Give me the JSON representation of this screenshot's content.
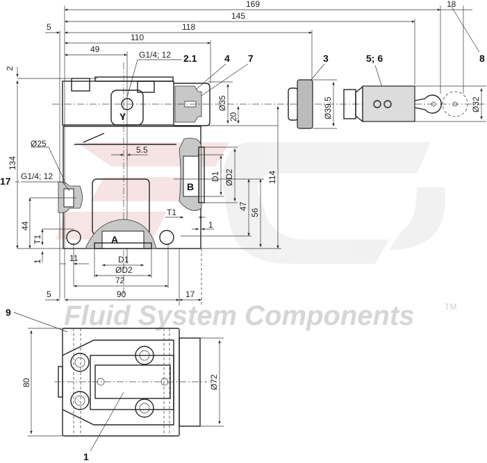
{
  "watermark": {
    "brand": "FSC",
    "text": "Fluid System Components",
    "trademark": "TM",
    "color": "#e8b4b4"
  },
  "top_dimensions": {
    "d169": "169",
    "d18": "18",
    "d145": "145",
    "d118": "118",
    "d110": "110",
    "d49": "49",
    "d5": "5",
    "port_y": "G1/4; 12"
  },
  "left_dimensions": {
    "d2": "2",
    "d134": "134",
    "d25": "Ø25",
    "port_17": "G1/4; 12",
    "d44": "44",
    "t1": "T1",
    "d1": "1"
  },
  "right_dimensions": {
    "d35": "Ø35",
    "d20": "20",
    "d39_5": "Ø39.5",
    "d32": "Ø32",
    "d1": "D1",
    "dD2": "ØD2",
    "d114": "114",
    "d47": "47",
    "d56": "56",
    "t1": "T1",
    "one": "1"
  },
  "body_dimensions": {
    "d5_5": "5.5",
    "d11": "11",
    "d1": "D1",
    "dD2": "ØD2",
    "d72": "72",
    "d5": "5",
    "d90": "90",
    "d17": "17"
  },
  "ports": {
    "y": "Y",
    "a": "A",
    "b": "B"
  },
  "callouts": {
    "c2_1": "2.1",
    "c4": "4",
    "c7": "7",
    "c3": "3",
    "c5_6": "5; 6",
    "c8": "8",
    "c17": "17",
    "c9": "9",
    "c1": "1"
  },
  "bottom_view": {
    "d80": "80",
    "d72": "Ø72"
  }
}
